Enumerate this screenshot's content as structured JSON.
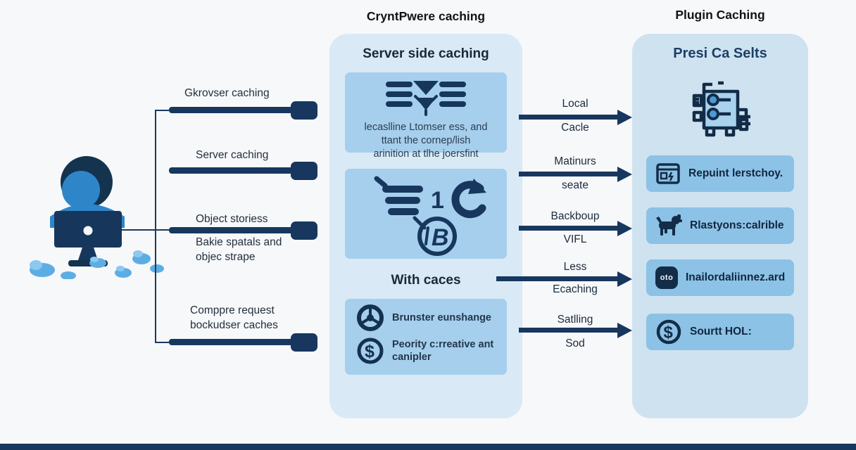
{
  "colors": {
    "accent_navy": "#17375e",
    "panel_center_bg": "#d9eaf6",
    "panel_right_bg": "#cfe2f0",
    "center_box_bg": "#a5cfec",
    "right_item_bg": "#8cc2e6",
    "person_blue": "#2e86c9",
    "cloud_blue": "#5dade5",
    "background": "#f7f8fa"
  },
  "headers": {
    "center": "CryntPwere caching",
    "right": "Plugin Caching"
  },
  "left_branches": [
    {
      "above": [
        "Gkrovser caching"
      ],
      "below": []
    },
    {
      "above": [
        "Server caching"
      ],
      "below": []
    },
    {
      "above": [
        "Object storiess"
      ],
      "below": [
        "Bakie spatals and",
        "objec strape"
      ]
    },
    {
      "above": [
        "Comppre request",
        "bockudser caches"
      ],
      "below": []
    }
  ],
  "center": {
    "panel_title": "Server side caching",
    "box1": {
      "icon": "envelope-lines-icon",
      "lines": [
        "lecaslline Ltomser ess, and",
        "ttant the cornep/lish",
        "arinition at tlhe joersfint"
      ]
    },
    "box2": {
      "icons": [
        "cart-icon",
        "refresh-icon",
        "circled-b-icon"
      ],
      "one_label": "1",
      "b_label": "B"
    },
    "subtitle": "With caces",
    "box3": {
      "rows": [
        {
          "icon": "wheel-icon",
          "lines": [
            "Brunster eunshange"
          ]
        },
        {
          "icon": "dollar-icon",
          "lines": [
            "Peority c:rreative ant",
            "canipler"
          ]
        }
      ]
    }
  },
  "arrows": [
    {
      "above": "Local",
      "below": "Cacle"
    },
    {
      "above": "Matinurs",
      "below": "seate"
    },
    {
      "above": "Backboup",
      "below": "VIFL"
    },
    {
      "above": "Less",
      "below": "Ecaching"
    },
    {
      "above": "Satlling",
      "below": "Sod"
    }
  ],
  "right": {
    "panel_title": "Presi Ca Selts",
    "top_icon": "server-rack-icon",
    "items": [
      {
        "icon": "browser-icon",
        "text": "Repuint lerstchoy."
      },
      {
        "icon": "dog-icon",
        "text": "Rlastyons:calrible"
      },
      {
        "icon": "badge-icon",
        "badge_text": "oto",
        "text": "Inailordaliinnez.ard"
      },
      {
        "icon": "dollar-icon",
        "text": "Sourtt HOL:"
      }
    ]
  }
}
